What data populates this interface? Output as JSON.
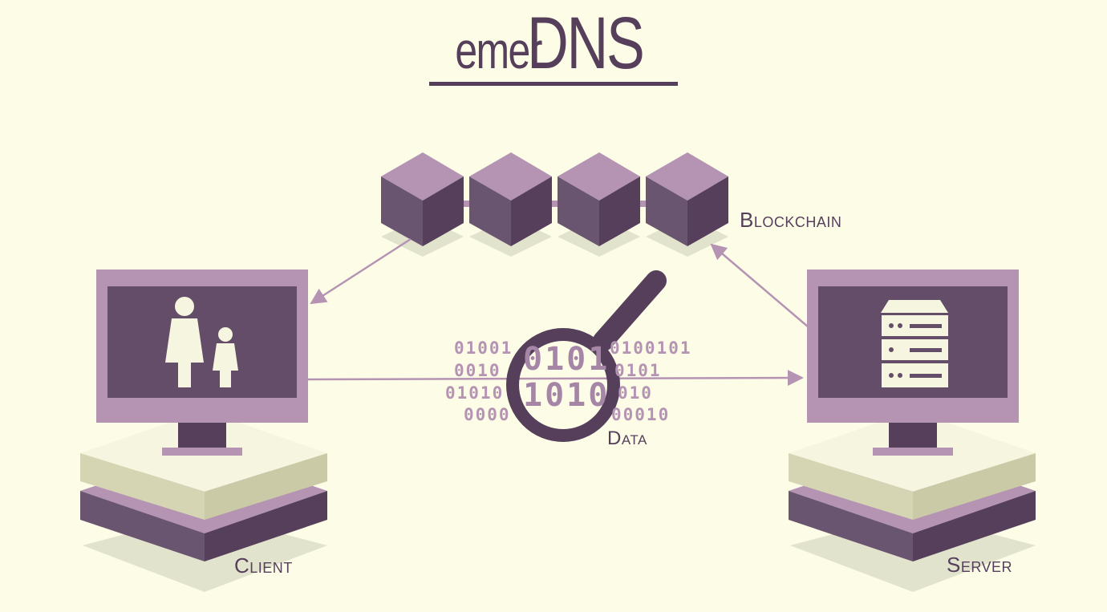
{
  "title": {
    "prefix": "emer",
    "main": "DNS"
  },
  "labels": {
    "blockchain": "Blockchain",
    "data": "Data",
    "client": "Client",
    "server": "Server"
  },
  "binary": {
    "row1": "01001",
    "row1b": "0100101",
    "row2": "0010",
    "row2b": "0101",
    "row3": "01010",
    "row3b": "010",
    "row4": "0000",
    "row4b": "00010",
    "lens_row1": "0101",
    "lens_row2": "1010"
  },
  "colors": {
    "background": "#fdfde7",
    "dark_purple": "#553f5b",
    "mid_purple": "#6a5570",
    "light_purple": "#b493b3",
    "cream": "#f6f5df",
    "khaki": "#d5d5b3",
    "shadow": "#e2e3cc"
  },
  "icons": [
    "cube-icon",
    "people-icon",
    "server-icon",
    "magnifier-icon",
    "arrow-icon"
  ]
}
